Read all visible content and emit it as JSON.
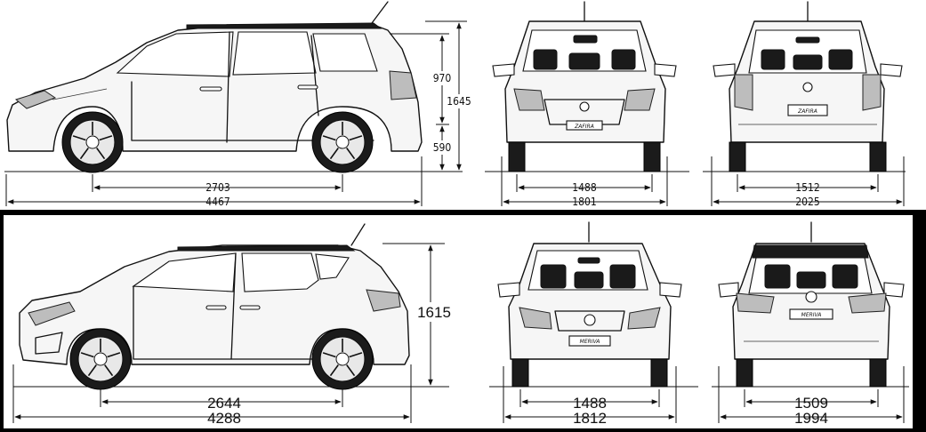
{
  "zafira": {
    "model_badge": "ZAFIRA",
    "side": {
      "height": "1645",
      "roof_height": "970",
      "sill_height": "590",
      "wheelbase": "2703",
      "length": "4467"
    },
    "front": {
      "track": "1488",
      "width": "1801"
    },
    "rear": {
      "track": "1512",
      "width": "2025"
    }
  },
  "meriva": {
    "model_badge": "MERIVA",
    "side": {
      "height": "1615",
      "wheelbase": "2644",
      "length": "4288"
    },
    "front": {
      "track": "1488",
      "width": "1812"
    },
    "rear": {
      "track": "1509",
      "width": "1994"
    }
  },
  "colors": {
    "line": "#111111",
    "separator": "#000000",
    "background": "#ffffff"
  }
}
